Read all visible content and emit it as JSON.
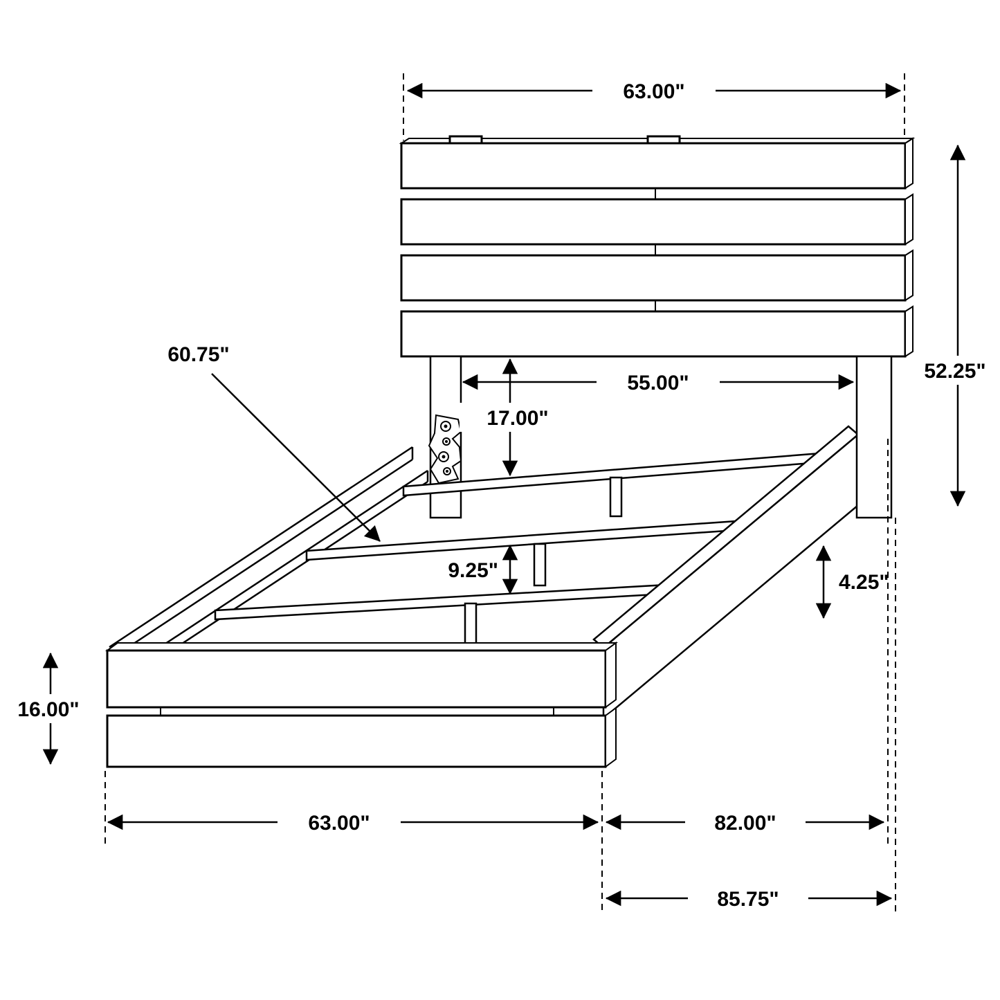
{
  "diagram": {
    "kind": "furniture-dimension-drawing",
    "subject": "plank-headboard platform bed frame",
    "style": {
      "line_color": "#000000",
      "background": "#ffffff"
    }
  },
  "dims": {
    "headboard_width": "63.00\"",
    "headboard_height": "52.25\"",
    "headboard_inner_width": "55.00\"",
    "headboard_to_slat": "17.00\"",
    "slat_length": "60.75\"",
    "support_height": "9.25\"",
    "rail_clearance": "4.25\"",
    "footboard_height": "16.00\"",
    "footboard_width": "63.00\"",
    "frame_length": "82.00\"",
    "overall_length": "85.75\""
  }
}
